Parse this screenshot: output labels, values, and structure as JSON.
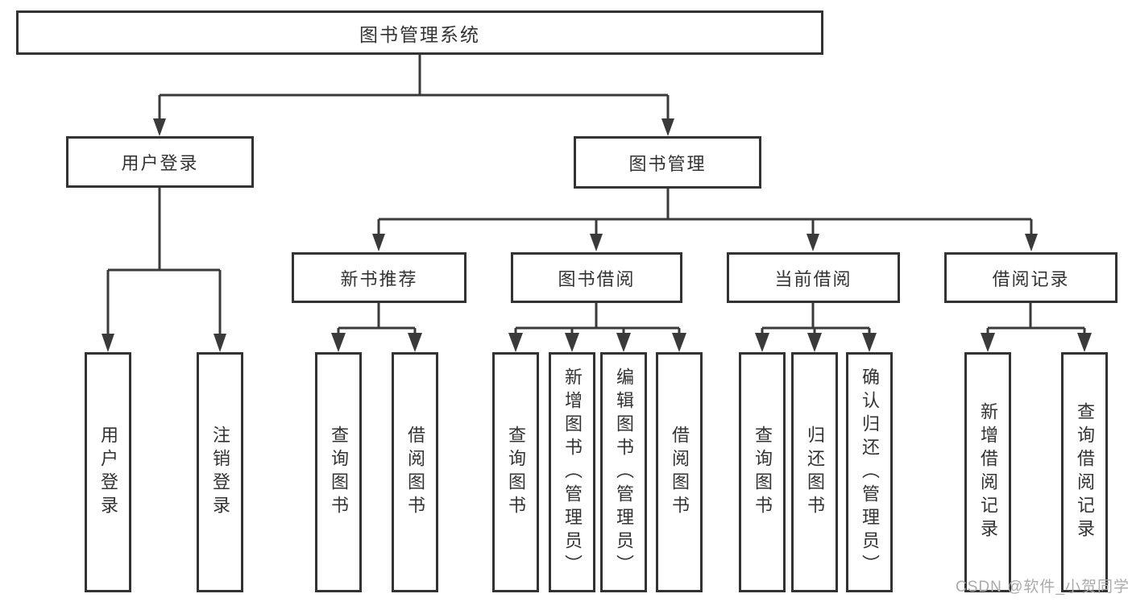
{
  "tree": {
    "root": {
      "label": "图书管理系统"
    },
    "branches": [
      {
        "label": "用户登录",
        "children": [
          {
            "label": "用户登录"
          },
          {
            "label": "注销登录"
          }
        ]
      },
      {
        "label": "图书管理",
        "children": [
          {
            "label": "新书推荐",
            "children": [
              {
                "label": "查询图书"
              },
              {
                "label": "借阅图书"
              }
            ]
          },
          {
            "label": "图书借阅",
            "children": [
              {
                "label": "查询图书"
              },
              {
                "label": "新增图书（管理员）"
              },
              {
                "label": "编辑图书（管理员）"
              },
              {
                "label": "借阅图书"
              }
            ]
          },
          {
            "label": "当前借阅",
            "children": [
              {
                "label": "查询图书"
              },
              {
                "label": "归还图书"
              },
              {
                "label": "确认归还（管理员）"
              }
            ]
          },
          {
            "label": "借阅记录",
            "children": [
              {
                "label": "新增借阅记录"
              },
              {
                "label": "查询借阅记录"
              }
            ]
          }
        ]
      }
    ]
  },
  "watermark": {
    "text": "CSDN @软件_小贺同学"
  },
  "colors": {
    "line": "#3a3a3a",
    "box_border": "#333333",
    "text": "#333333",
    "watermark": "#ababab",
    "background": "#ffffff"
  }
}
